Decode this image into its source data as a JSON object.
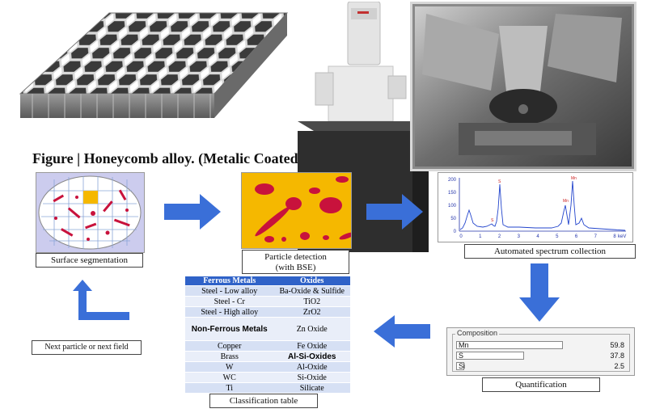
{
  "figure_caption": "Figure | Honeycomb alloy. (Metalic Coated).",
  "steps": {
    "surface_segmentation": "Surface segmentation",
    "particle_detection_line1": "Particle detection",
    "particle_detection_line2": "(with BSE)",
    "automated_spectrum": "Automated spectrum collection",
    "quantification": "Quantification",
    "classification_table": "Classification table",
    "next_particle": "Next particle or next field"
  },
  "spectrum": {
    "y_ticks": [
      "200",
      "150",
      "100",
      "50",
      "0"
    ],
    "x_ticks": [
      "0",
      "1",
      "2",
      "3",
      "4",
      "5",
      "6",
      "7",
      "8"
    ],
    "x_unit": "keV",
    "peak_labels": [
      "S",
      "S",
      "Mn",
      "Mn"
    ]
  },
  "classification": {
    "header": [
      "Ferrous Metals",
      "Oxides"
    ],
    "rows": [
      [
        "Steel - Low alloy",
        "Ba-Oxide & Sulfide"
      ],
      [
        "Steel - Cr",
        "TiO2"
      ],
      [
        "Steel - High alloy",
        "ZrO2"
      ],
      [
        "Non-Ferrous Metals",
        "Zn Oxide"
      ],
      [
        "Copper",
        "Fe Oxide"
      ],
      [
        "Brass",
        "Al-Si-Oxides"
      ],
      [
        "W",
        "Al-Oxide"
      ],
      [
        "WC",
        "Si-Oxide"
      ],
      [
        "Ti",
        "Silicate"
      ]
    ]
  },
  "composition": {
    "title": "Composition",
    "elements": [
      {
        "name": "Mn",
        "value": "59.8",
        "fraction": 0.598
      },
      {
        "name": "S",
        "value": "37.8",
        "fraction": 0.378
      },
      {
        "name": "Si",
        "value": "2.5",
        "fraction": 0.025
      }
    ]
  },
  "colors": {
    "arrow_blue": "#3a6fd8",
    "particle_red": "#c8123c",
    "particle_bg": "#f5b800",
    "table_header": "#2f62c8"
  }
}
